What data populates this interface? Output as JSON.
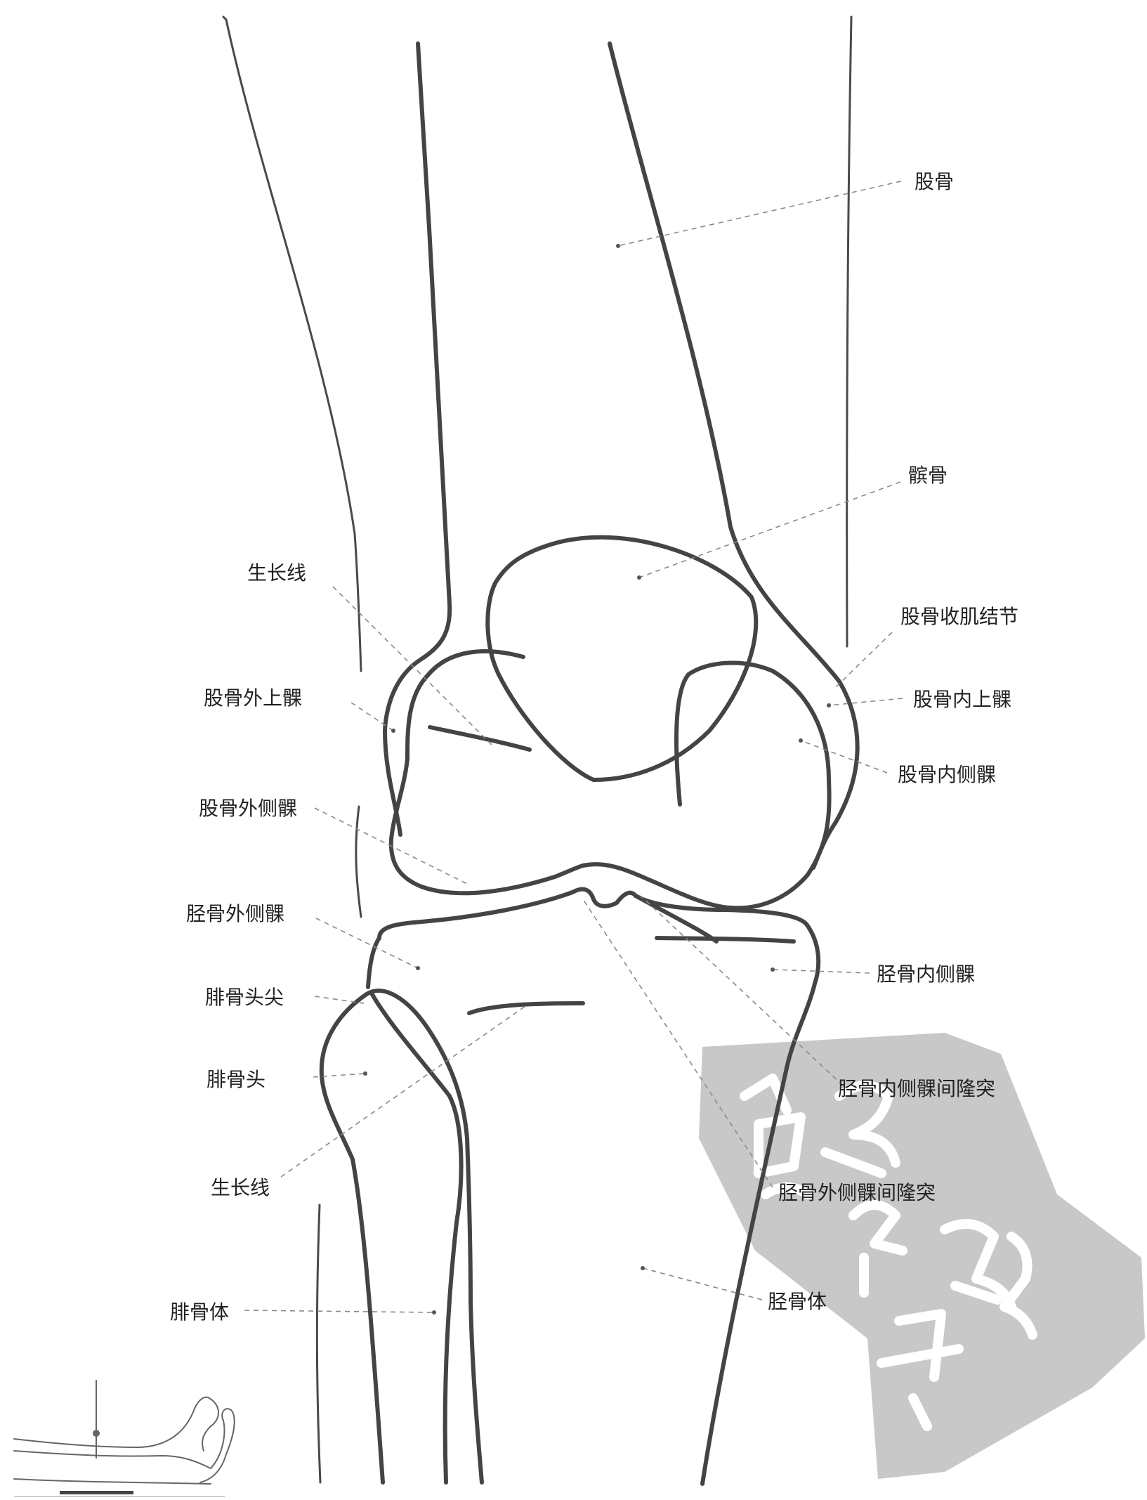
{
  "labels": {
    "femur": "股骨",
    "patella": "髌骨",
    "growth_line_upper": "生长线",
    "adductor_tubercle": "股骨收肌结节",
    "lateral_epicondyle": "股骨外上髁",
    "medial_epicondyle": "股骨内上髁",
    "medial_condyle": "股骨内侧髁",
    "lateral_condyle": "股骨外侧髁",
    "tibia_lateral_condyle": "胫骨外侧髁",
    "tibia_medial_condyle": "胫骨内侧髁",
    "fibula_apex": "腓骨头尖",
    "fibula_head": "腓骨头",
    "medial_intercondylar_tubercle": "胫骨内侧髁间隆突",
    "lateral_intercondylar_tubercle": "胫骨外侧髁间隆突",
    "growth_line_lower": "生长线",
    "fibula_shaft": "腓骨体",
    "tibia_shaft": "胫骨体"
  },
  "colors": {
    "line": "#444444",
    "leader": "#8a8a8a",
    "seal": "#c8c8c8"
  },
  "icons": {
    "positioning": "supine-patient-positioning-icon",
    "seal": "watermark-seal"
  }
}
